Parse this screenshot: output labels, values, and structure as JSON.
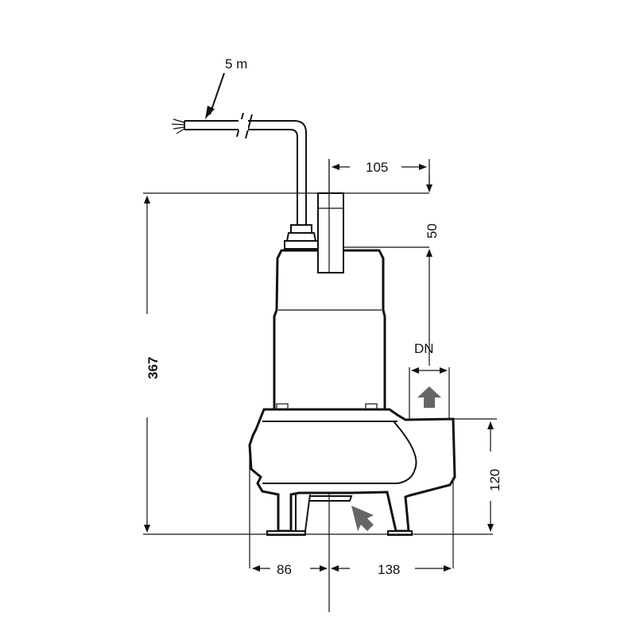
{
  "drawing": {
    "subject": "submersible pump dimension drawing",
    "colors": {
      "line": "#111111",
      "flow_arrow": "#666666",
      "background": "#ffffff"
    }
  },
  "labels": {
    "cable_length": "5 m",
    "outlet_offset": "105",
    "handle_height": "50",
    "outlet_size": "DN",
    "total_height": "367",
    "outlet_height": "120",
    "left_width": "86",
    "right_width": "138"
  }
}
